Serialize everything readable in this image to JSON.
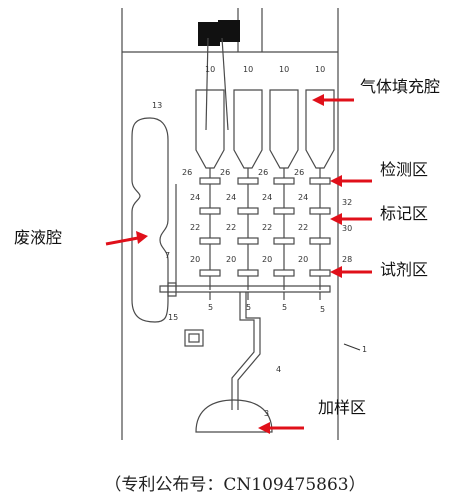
{
  "annotations": {
    "gas_chamber": "气体填充腔",
    "detection_zone": "检测区",
    "label_zone": "标记区",
    "waste_chamber": "废液腔",
    "reagent_zone": "试剂区",
    "sample_zone": "加样区"
  },
  "caption": "（专利公布号：CN109475863）",
  "reference_numerals": {
    "n10": "10",
    "n13": "13",
    "n26": "26",
    "n24": "24",
    "n22": "22",
    "n20": "20",
    "n32": "32",
    "n30": "30",
    "n28": "28",
    "n7": "7",
    "n15": "15",
    "n5": "5",
    "n4": "4",
    "n3": "3",
    "n1": "1"
  },
  "colors": {
    "arrow": "#e0101a",
    "line": "#4a4a4a",
    "text": "#111111"
  }
}
